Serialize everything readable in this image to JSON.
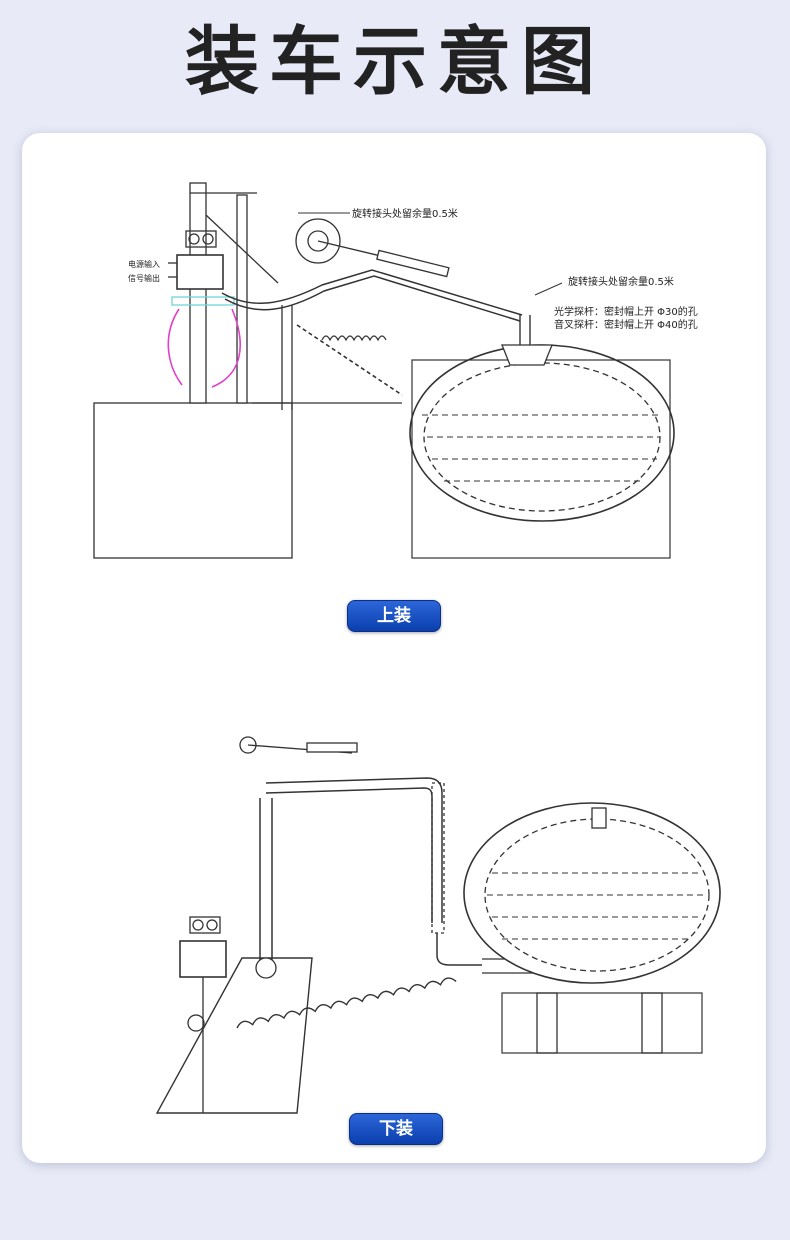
{
  "header": {
    "title": "装车示意图"
  },
  "top_diagram": {
    "caption": "上装",
    "annotations": {
      "swivel_top": "旋转接头处留余量0.5米",
      "swivel_right": "旋转接头处留余量0.5米",
      "optical_probe": "光学探杆：密封帽上开 Φ30的孔",
      "fork_probe": "音叉探杆：密封帽上开 Φ40的孔",
      "power_in": "电源输入",
      "signal_out": "信号输出"
    }
  },
  "bottom_diagram": {
    "caption": "下装"
  }
}
